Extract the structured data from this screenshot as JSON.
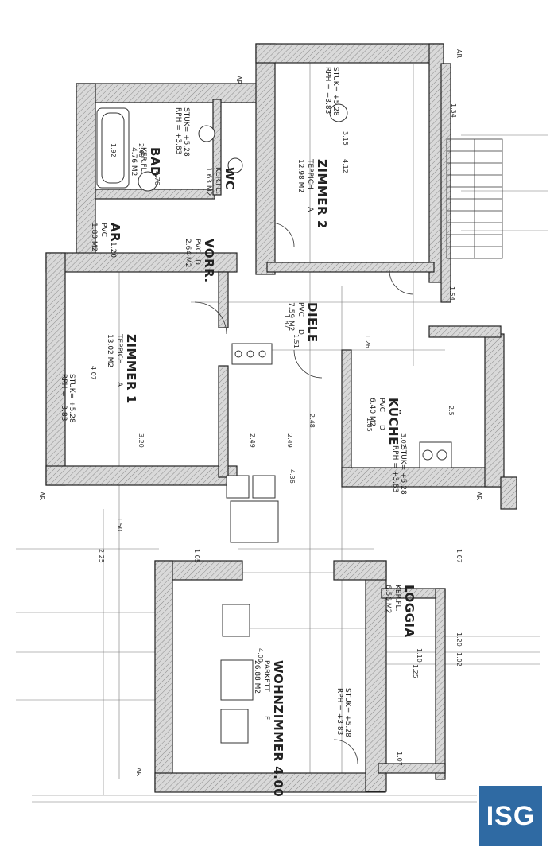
{
  "rooms": {
    "zimmer1": {
      "name": "ZIMMER 1",
      "floor": "TEPPICH",
      "code": "A",
      "area": "13.02 M2",
      "stuk": "STUK= +5.28",
      "rph": "RPH = +3.83"
    },
    "zimmer2": {
      "name": "ZIMMER 2",
      "floor": "TEPPICH",
      "code": "A",
      "area": "12.98 M2",
      "stuk": "STUK= +5.28",
      "rph": "RPH = +3.83"
    },
    "wohnzimmer": {
      "name": "WOHNZIMMER 4.00",
      "floor": "PARKETT",
      "code": "F",
      "area": "26.88 M2",
      "stuk": "STUK= +5.28",
      "rph": "RPH = +3.83"
    },
    "kueche": {
      "name": "KÜCHE",
      "floor": "PVC",
      "code": "D",
      "area": "6.40 M2",
      "stuk": "STUK= +5.28",
      "rph": "RPH = +3.83"
    },
    "diele": {
      "name": "DIELE",
      "floor": "PVC",
      "code": "D",
      "area": "7.59 M2"
    },
    "bad": {
      "name": "BAD",
      "floor": "KER.FL.",
      "area": "4.76 M2",
      "stuk": "STUK= +5.28",
      "rph": "RPH = +3.83"
    },
    "wc": {
      "name": "WC",
      "floor": "KER.FL.",
      "area": "1.63 M2"
    },
    "vorr": {
      "name": "VORR.",
      "floor": "PVC",
      "code": "D",
      "area": "2.64 M2"
    },
    "ar": {
      "name": "AR",
      "floor": "PVC",
      "area": "1.80 M2",
      "dim": "1.20"
    },
    "loggia": {
      "name": "LOGGIA",
      "floor": "KER.FL.",
      "area": "6.56 M2"
    }
  },
  "dims": {
    "d1": "4.07",
    "d2": "3.20",
    "d3": "4.36",
    "d4": "2.49",
    "d5": "4.12",
    "d6": "3.15",
    "d7": "1.92",
    "d8": "2.48",
    "d9": "4.76",
    "d10": "2.49",
    "d11": "4.00",
    "d12": "1.50",
    "d13": "2.25",
    "d14": "1.05",
    "d15": "1.87",
    "d16": "1.51",
    "d17": "1.26",
    "d18": "2.48",
    "d19": "1.85",
    "d20": "1.07",
    "d21": "1.20",
    "d22": "1.10",
    "d23": "1.02",
    "d24": "1.07",
    "d25": "1.34",
    "d26": "1.54",
    "d27": "3.02",
    "d28": "2.5",
    "d29": "1.25"
  },
  "markers": {
    "ar1": "AR",
    "ar2": "AR",
    "ar3": "AR",
    "ar4": "AR",
    "ar5": "AR"
  },
  "logo": {
    "text": "ISG",
    "color": "#2f6aa3"
  }
}
